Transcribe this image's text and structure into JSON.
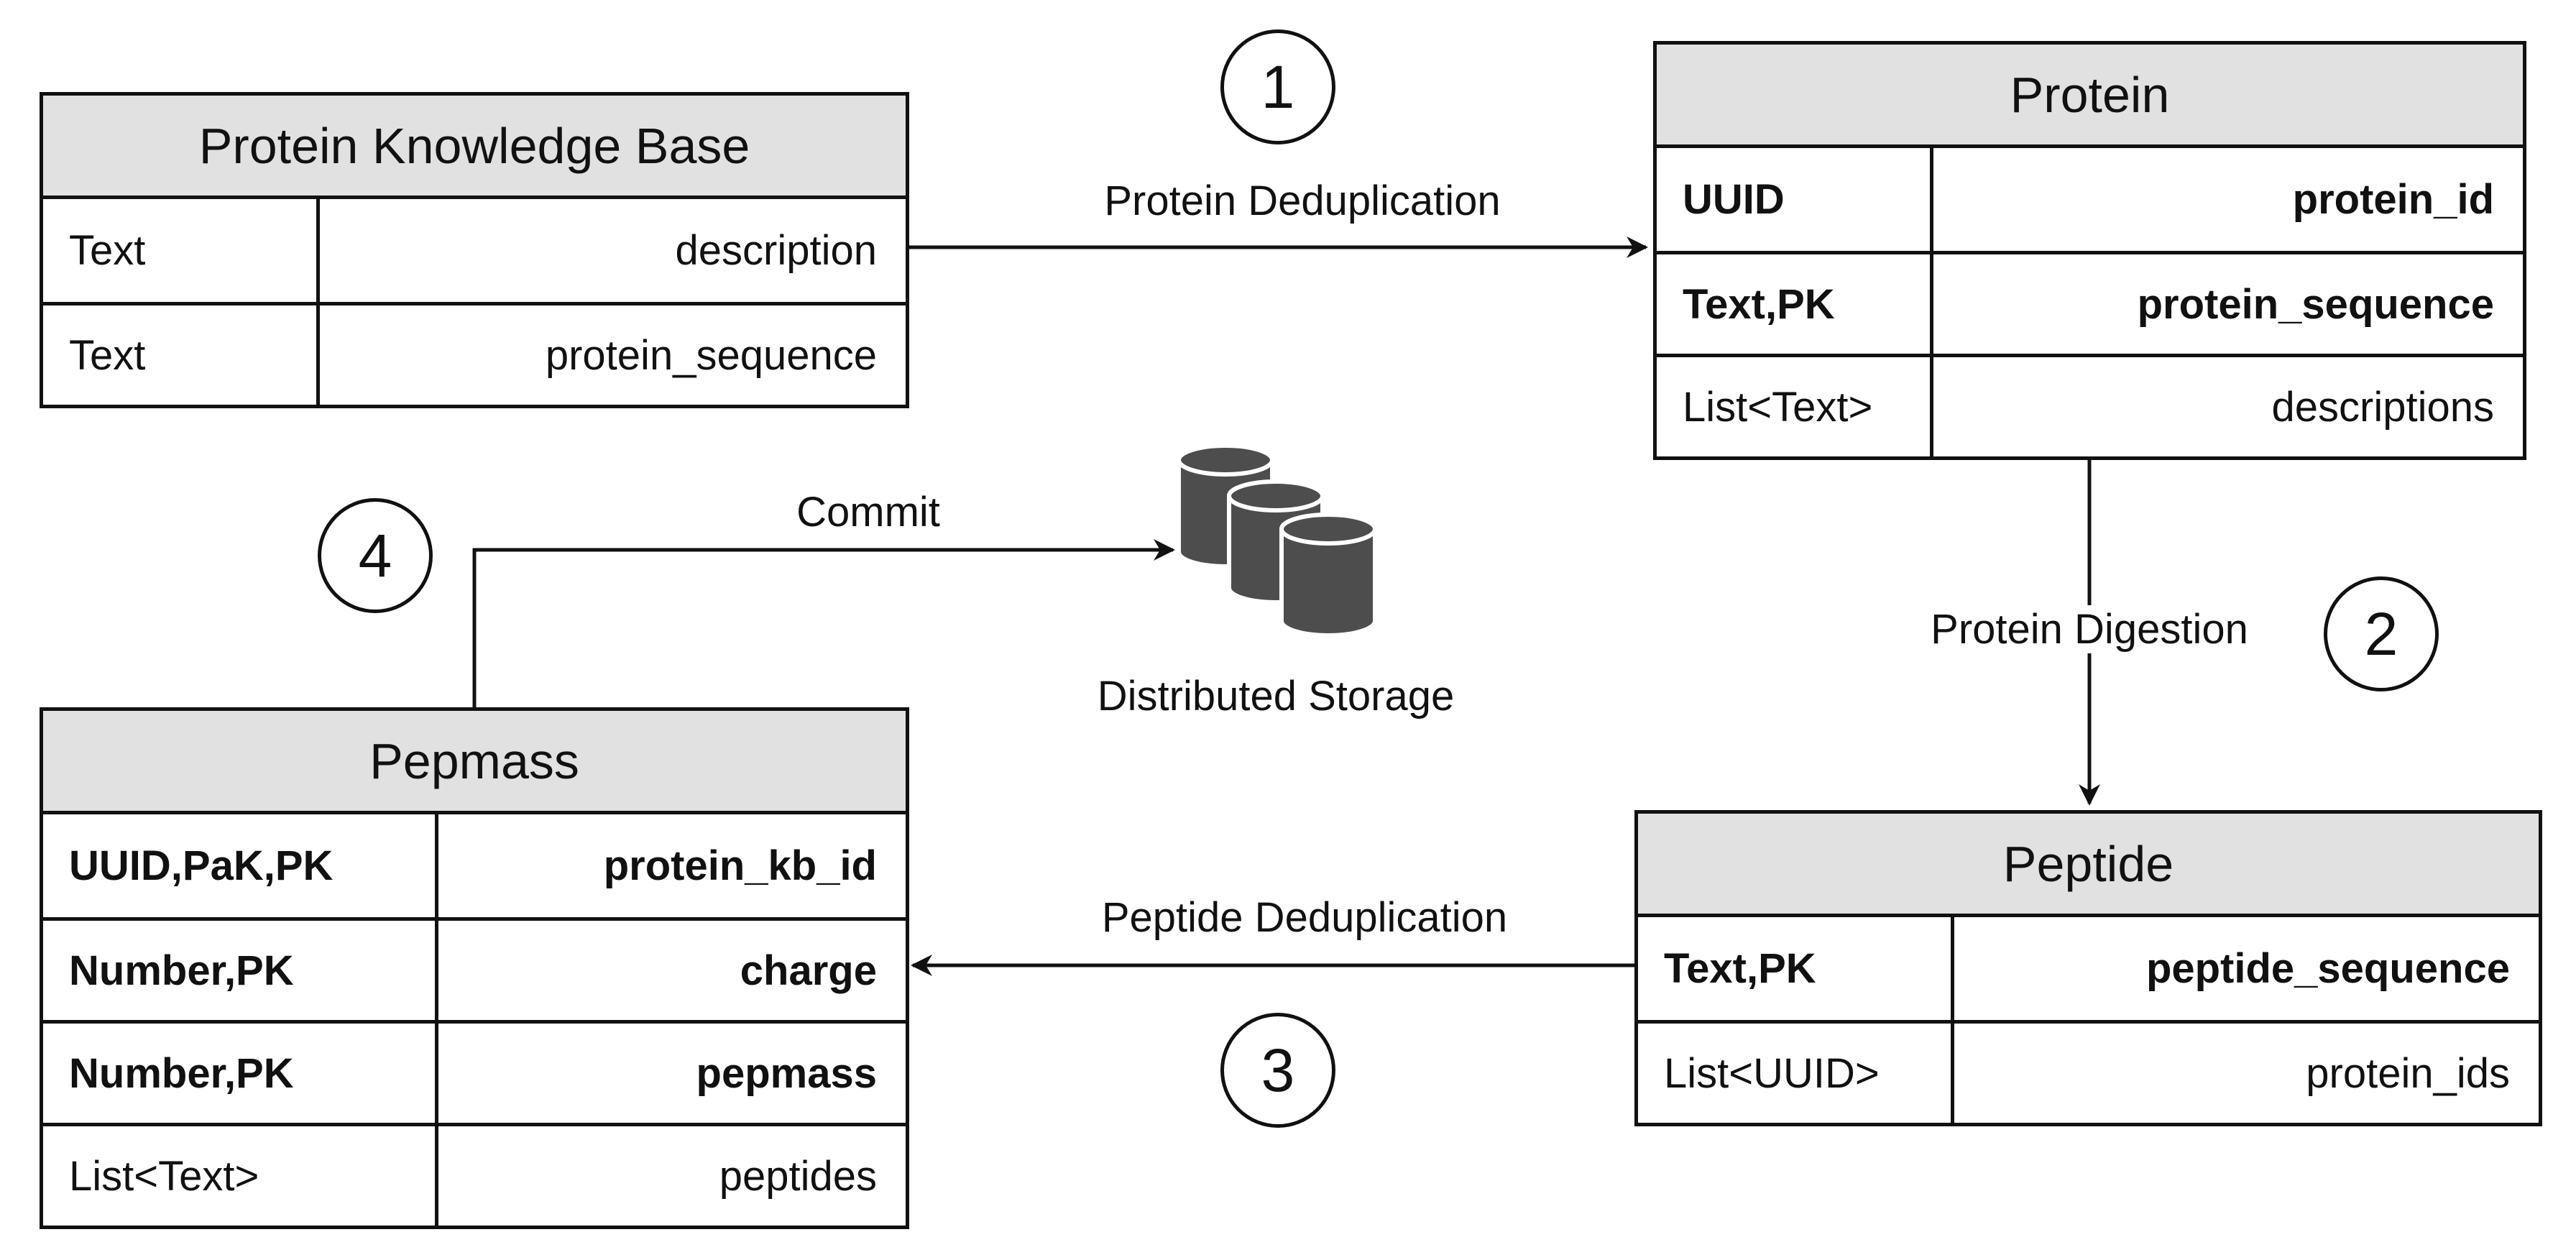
{
  "entities": {
    "protein_kb": {
      "title": "Protein Knowledge Base",
      "rows": [
        {
          "type": "Text",
          "field": "description"
        },
        {
          "type": "Text",
          "field": "protein_sequence"
        }
      ]
    },
    "protein": {
      "title": "Protein",
      "rows": [
        {
          "type": "UUID",
          "field": "protein_id"
        },
        {
          "type": "Text,PK",
          "field": "protein_sequence"
        },
        {
          "type": "List<Text>",
          "field": "descriptions"
        }
      ]
    },
    "peptide": {
      "title": "Peptide",
      "rows": [
        {
          "type": "Text,PK",
          "field": "peptide_sequence"
        },
        {
          "type": "List<UUID>",
          "field": "protein_ids"
        }
      ]
    },
    "pepmass": {
      "title": "Pepmass",
      "rows": [
        {
          "type": "UUID,PaK,PK",
          "field": "protein_kb_id"
        },
        {
          "type": "Number,PK",
          "field": "charge"
        },
        {
          "type": "Number,PK",
          "field": "pepmass"
        },
        {
          "type": "List<Text>",
          "field": "peptides"
        }
      ]
    }
  },
  "edges": {
    "dedup_protein": "Protein Deduplication",
    "digestion": "Protein Digestion",
    "dedup_peptide": "Peptide Deduplication",
    "commit": "Commit"
  },
  "steps": [
    "1",
    "2",
    "3",
    "4"
  ],
  "storage": {
    "label": "Distributed Storage",
    "icon": "database-icon"
  },
  "colors": {
    "header_bg": "#e1e1e1",
    "line": "#111111",
    "db_fill": "#4d4d4d"
  }
}
